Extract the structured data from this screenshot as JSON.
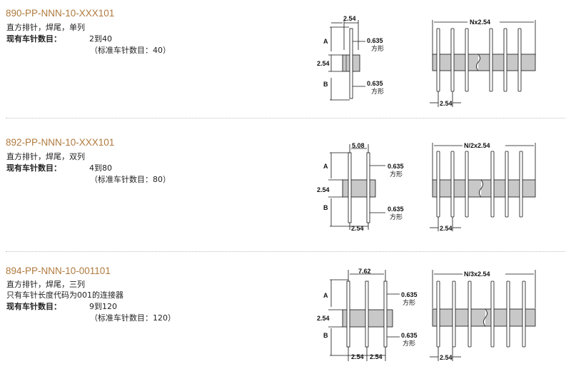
{
  "products": [
    {
      "part_number": "890-PP-NNN-10-XXX101",
      "description": "直方排针，焊尾，单列",
      "extra": "",
      "count_label": "现有车针数目：",
      "count_value": "2到40",
      "standard_note": "（标准车针数目：40）",
      "dim_width": "2.54",
      "dim_pitch_total": "Nx2.54",
      "dim_pitch": "2.54",
      "dim_body": "2.54",
      "label_a": "A",
      "label_b": "B",
      "square": "0.635",
      "square_word": "方形"
    },
    {
      "part_number": "892-PP-NNN-10-XXX101",
      "description": "直方排针，焊尾，双列",
      "extra": "",
      "count_label": "现有车针数目：",
      "count_value": "4到80",
      "standard_note": "（标准车针数目：80）",
      "dim_width": "5.08",
      "dim_pitch_total": "N/2x2.54",
      "dim_pitch": "2.54",
      "dim_row": "2.54",
      "dim_body": "2.54",
      "label_a": "A",
      "label_b": "B",
      "square": "0.635",
      "square_word": "方形"
    },
    {
      "part_number": "894-PP-NNN-10-001101",
      "description": "直方排针，焊尾，三列",
      "extra": "只有车针长度代码为001的连接器",
      "count_label": "现有车针数目：",
      "count_value": "9到120",
      "standard_note": "（标准车针数目：120）",
      "dim_width": "7.62",
      "dim_pitch_total": "N/3x2.54",
      "dim_pitch": "2.54",
      "dim_row": "2.54",
      "dim_row2": "2.54",
      "dim_body": "2.54",
      "label_a": "A",
      "label_b": "B",
      "square": "0.635",
      "square_word": "方形"
    }
  ]
}
